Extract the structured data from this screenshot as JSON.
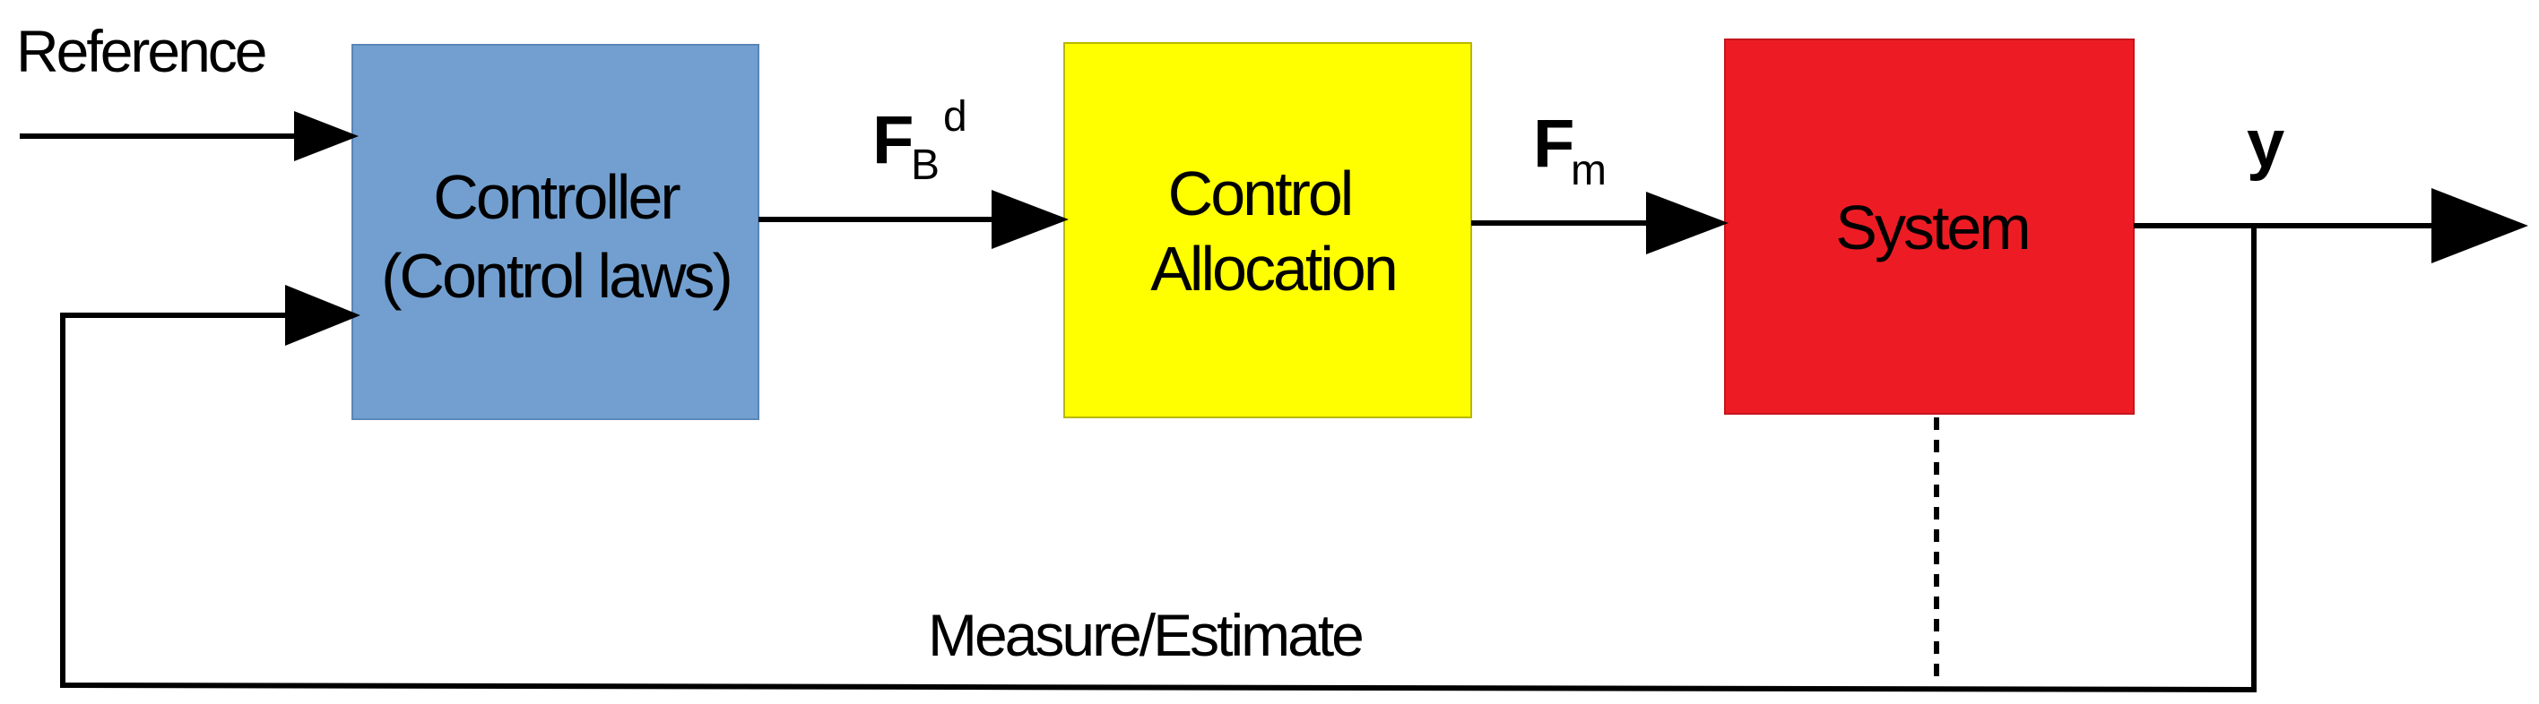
{
  "diagram": {
    "reference_label": "Reference",
    "controller": {
      "line1": "Controller",
      "line2": "(Control laws)",
      "color": "#729fcf"
    },
    "control_allocation": {
      "line1": "Control",
      "line2": "Allocation",
      "color": "#ffff00"
    },
    "system": {
      "label": "System",
      "color": "#ed1c24"
    },
    "signal_fb": {
      "main": "F",
      "subscript": "B",
      "superscript": "d"
    },
    "signal_fm": {
      "main": "F",
      "subscript": "m"
    },
    "output_label": "y",
    "feedback_label": "Measure/Estimate"
  }
}
